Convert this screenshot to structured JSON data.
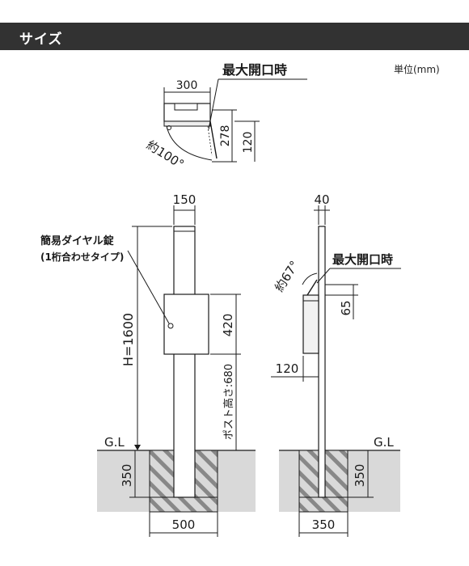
{
  "header": {
    "title": "サイズ"
  },
  "unit": "単位(mm)",
  "top_view": {
    "width_label": "300",
    "depth_label": "278",
    "depth_open_label": "120",
    "angle_label": "約100°",
    "max_open_label": "最大開口時"
  },
  "front_view": {
    "post_width_label": "150",
    "lock_label_line1": "簡易ダイヤル錠",
    "lock_label_line2": "(1桁合わせタイプ)",
    "height_label": "H=1600",
    "box_height_label": "420",
    "post_height_label": "ポスト高さ:680",
    "ground_label": "G.L",
    "depth_label": "350",
    "base_width_label": "500"
  },
  "side_view": {
    "post_width_label": "40",
    "max_open_label": "最大開口時",
    "angle_label": "約67°",
    "slot_label": "65",
    "box_depth_label": "120",
    "ground_label": "G.L",
    "depth_label": "350",
    "base_width_label": "350"
  },
  "colors": {
    "header_bg": "#323232",
    "ground": "#d9d9d9",
    "line": "#1a1a1a"
  }
}
